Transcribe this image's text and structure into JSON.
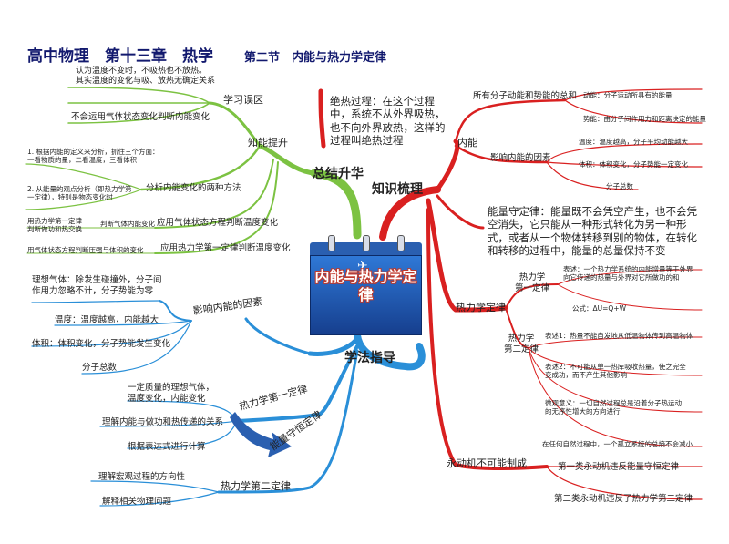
{
  "title": {
    "main": "高中物理　第十三章　热学",
    "section": "第二节　内能与热力学定律"
  },
  "central": "内能与热力学定律",
  "colors": {
    "red": "#d92020",
    "green": "#7cc242",
    "blue": "#2a8fd8",
    "navy": "#12196e"
  },
  "zongjie": {
    "label": "总结升华",
    "xuexi": {
      "label": "学习误区",
      "items": [
        "认为温度不变时，不吸热也不放热。\n其实温度的变化与吸、放热无确定关系",
        "不会运用气体状态变化判断内能变化"
      ]
    },
    "zhineng": {
      "label": "知能提升",
      "fenxi": {
        "label": "分析内能变化的两种方法",
        "items": [
          "1. 根据内能的定义来分析，抓住三个方面：\n一看物质的量，二看温度，三看体积",
          "2. 从能量的观点分析（即热力学第\n一定律），特别是物态变化时"
        ]
      },
      "qiti": {
        "label": "应用气体状态方程判断温度变化",
        "note": "判断气体内能变化",
        "left": "用热力学第一定律\n判断做功和热交换"
      },
      "reli": {
        "label": "应用热力学第一定律判断温度变化",
        "left": "用气体状态方程判断压强与体积的变化"
      }
    }
  },
  "zhishi": {
    "label": "知识梳理",
    "jueré": "绝热过程：在这个过程中，系统不从外界吸热，也不向外界放热，这样的过程叫绝热过程",
    "neineng": {
      "label": "内能",
      "def": "所有分子动能和势能的总和",
      "def_items": [
        "动能：分子运动所具有的能量",
        "势能：由分子间作用力和距离决定的能量"
      ],
      "yinsu": "影响内能的因素",
      "yinsu_items": [
        "温度：温度越高，分子平均动能越大",
        "体积：体积变化，分子势能一定变化",
        "分子总数"
      ]
    },
    "shouheng": "能量守定律：能量既不会凭空产生，也不会凭空消失，它只能从一种形式转化为另一种形式，或者从一个物体转移到别的物体，在转化和转移的过程中，能量的总量保持不变",
    "relixue": {
      "label": "热力学定律",
      "first": {
        "label": "热力学\n第一定律",
        "items": [
          "表述：一个热力学系统的内能增量等于外界\n向它传递的热量与外界对它所做功的和",
          "公式：ΔU=Q+W"
        ]
      },
      "second": {
        "label": "热力学\n第二定律",
        "items": [
          "表述1：热量不能自发地从低温物体传到高温物体",
          "表述2：不可能从单一热库吸收热量，使之完全\n变成功，而不产生其他影响",
          "微观意义：一切自然过程总是沿着分子热运动\n的无序性增大的方向进行",
          "在任何自然过程中，一个孤立系统的总熵不会减小"
        ]
      }
    },
    "yongdong": {
      "label": "永动机不可能制成",
      "items": [
        "第一类永动机违反能量守恒定律",
        "第二类永动机违反了热力学第二定律"
      ]
    }
  },
  "xuefa": {
    "label": "学法指导",
    "yingxiang": {
      "label": "影响内能的因素",
      "items": [
        "理想气体：除发生碰撞外，分子间\n作用力忽略不计，分子势能为零",
        "温度：温度越高，内能越大",
        "体积：体积变化，分子势能发生变化",
        "分子总数"
      ]
    },
    "first": {
      "label": "热力学第一定律",
      "items": [
        "一定质量的理想气体，\n温度变化，内能变化",
        "理解内能与做功和热传递的关系",
        "根据表达式进行计算"
      ],
      "arrow": "能量守恒定律"
    },
    "second": {
      "label": "热力学第二定律",
      "items": [
        "理解宏观过程的方向性",
        "解释相关物理问题"
      ]
    }
  }
}
